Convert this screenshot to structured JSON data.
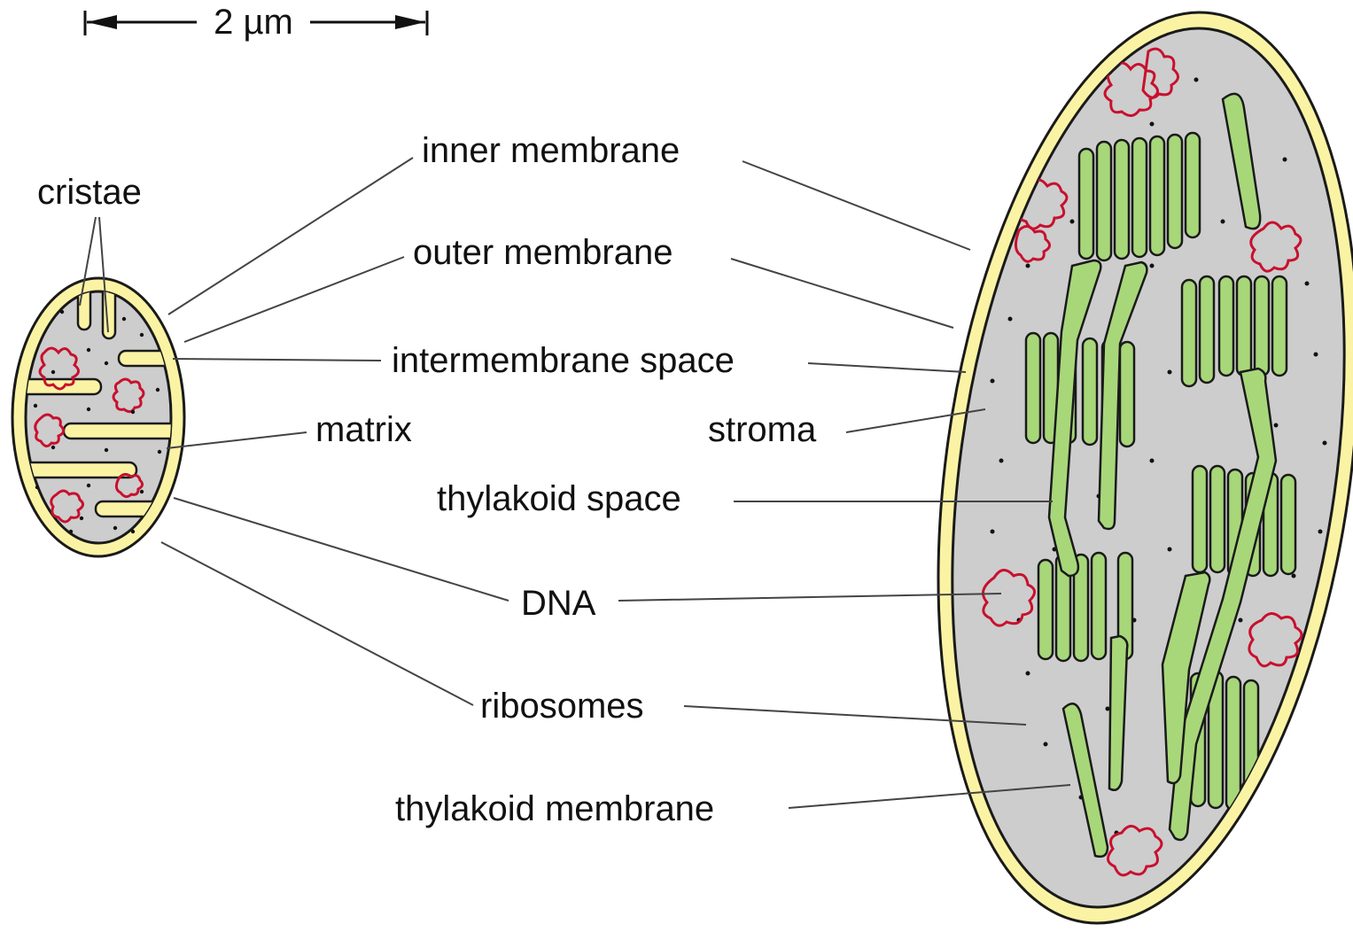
{
  "scale_bar": {
    "label": "2 µm"
  },
  "labels": {
    "cristae": "cristae",
    "inner_membrane": "inner membrane",
    "outer_membrane": "outer membrane",
    "intermembrane_space": "intermembrane space",
    "matrix": "matrix",
    "stroma": "stroma",
    "thylakoid_space": "thylakoid space",
    "dna": "DNA",
    "ribosomes": "ribosomes",
    "thylakoid_membrane": "thylakoid membrane"
  },
  "colors": {
    "membrane_fill": "#fbf3a4",
    "interior_fill": "#cdcdcd",
    "outline": "#1a1a1a",
    "dna": "#c8102e",
    "thylakoid": "#a8d77a",
    "leader_line": "#444444"
  }
}
